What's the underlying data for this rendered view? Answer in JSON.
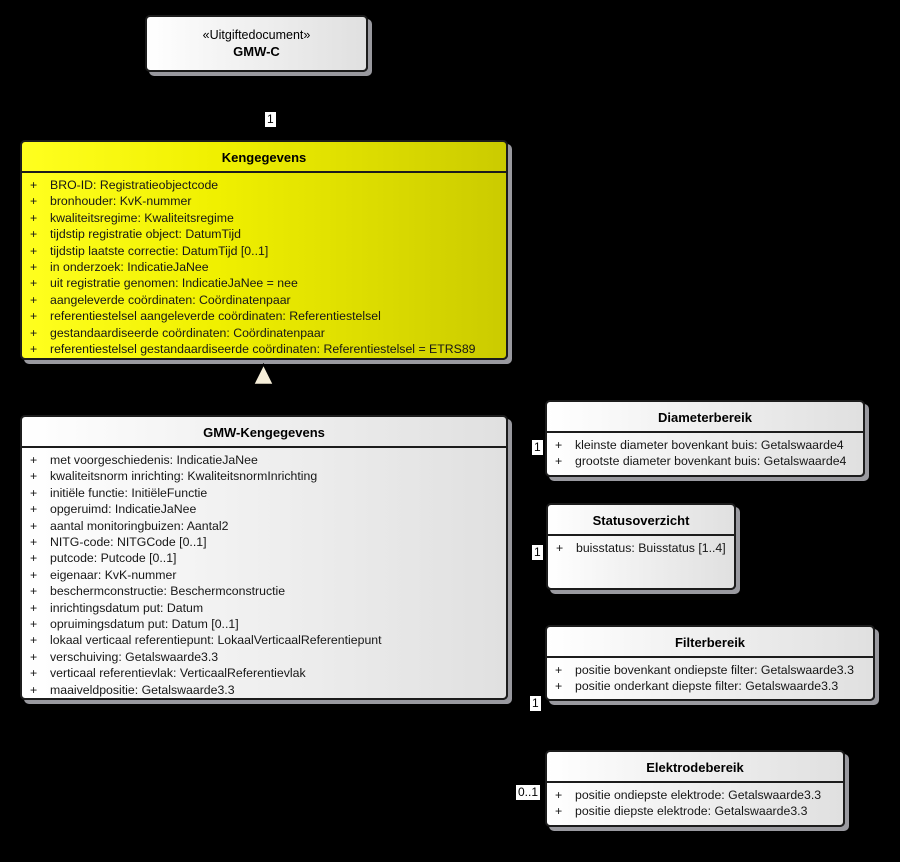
{
  "diagram": {
    "colors": {
      "background": "#000000",
      "class_fill_start": "#ffffff",
      "class_fill_end": "#e0e0e0",
      "highlight_fill_start": "#ffff1f",
      "highlight_fill_end": "#cbcb00",
      "border": "#1c1c1c",
      "shadow": "#99999f",
      "generalization_arrow_fill": "#f6eed9",
      "multiplicity_bg": "#ffffff"
    },
    "classes": {
      "gmwc": {
        "stereotype": "«Uitgiftedocument»",
        "name": "GMW-C",
        "attributes": []
      },
      "kengegevens": {
        "name": "Kengegevens",
        "attributes": [
          {
            "vis": "+",
            "text": "BRO-ID: Registratieobjectcode"
          },
          {
            "vis": "+",
            "text": "bronhouder: KvK-nummer"
          },
          {
            "vis": "+",
            "text": "kwaliteitsregime: Kwaliteitsregime"
          },
          {
            "vis": "+",
            "text": "tijdstip registratie object: DatumTijd"
          },
          {
            "vis": "+",
            "text": "tijdstip laatste correctie: DatumTijd [0..1]"
          },
          {
            "vis": "+",
            "text": "in onderzoek: IndicatieJaNee"
          },
          {
            "vis": "+",
            "text": "uit registratie genomen: IndicatieJaNee = nee"
          },
          {
            "vis": "+",
            "text": "aangeleverde coördinaten: Coördinatenpaar"
          },
          {
            "vis": "+",
            "text": "referentiestelsel aangeleverde coördinaten: Referentiestelsel"
          },
          {
            "vis": "+",
            "text": "gestandaardiseerde coördinaten: Coördinatenpaar"
          },
          {
            "vis": "+",
            "text": "referentiestelsel gestandaardiseerde coördinaten: Referentiestelsel = ETRS89"
          }
        ]
      },
      "gmw_kengegevens": {
        "name": "GMW-Kengegevens",
        "attributes": [
          {
            "vis": "+",
            "text": "met voorgeschiedenis: IndicatieJaNee"
          },
          {
            "vis": "+",
            "text": "kwaliteitsnorm inrichting: KwaliteitsnormInrichting"
          },
          {
            "vis": "+",
            "text": "initiële functie: InitiëleFunctie"
          },
          {
            "vis": "+",
            "text": "opgeruimd: IndicatieJaNee"
          },
          {
            "vis": "+",
            "text": "aantal monitoringbuizen: Aantal2"
          },
          {
            "vis": "+",
            "text": "NITG-code: NITGCode [0..1]"
          },
          {
            "vis": "+",
            "text": "putcode: Putcode [0..1]"
          },
          {
            "vis": "+",
            "text": "eigenaar: KvK-nummer"
          },
          {
            "vis": "+",
            "text": "beschermconstructie: Beschermconstructie"
          },
          {
            "vis": "+",
            "text": "inrichtingsdatum put: Datum"
          },
          {
            "vis": "+",
            "text": "opruimingsdatum put: Datum [0..1]"
          },
          {
            "vis": "+",
            "text": "lokaal verticaal referentiepunt: LokaalVerticaalReferentiepunt"
          },
          {
            "vis": "+",
            "text": "verschuiving: Getalswaarde3.3"
          },
          {
            "vis": "+",
            "text": "verticaal referentievlak: VerticaalReferentievlak"
          },
          {
            "vis": "+",
            "text": "maaiveldpositie: Getalswaarde3.3"
          }
        ]
      },
      "diameterbereik": {
        "name": "Diameterbereik",
        "attributes": [
          {
            "vis": "+",
            "text": "kleinste diameter bovenkant buis: Getalswaarde4"
          },
          {
            "vis": "+",
            "text": "grootste diameter bovenkant buis: Getalswaarde4"
          }
        ]
      },
      "statusoverzicht": {
        "name": "Statusoverzicht",
        "attributes": [
          {
            "vis": "+",
            "text": "buisstatus: Buisstatus [1..4]"
          }
        ]
      },
      "filterbereik": {
        "name": "Filterbereik",
        "attributes": [
          {
            "vis": "+",
            "text": "positie bovenkant ondiepste filter: Getalswaarde3.3"
          },
          {
            "vis": "+",
            "text": "positie onderkant diepste filter: Getalswaarde3.3"
          }
        ]
      },
      "elektrodebereik": {
        "name": "Elektrodebereik",
        "attributes": [
          {
            "vis": "+",
            "text": "positie ondiepste elektrode: Getalswaarde3.3"
          },
          {
            "vis": "+",
            "text": "positie diepste elektrode: Getalswaarde3.3"
          }
        ]
      }
    },
    "connectors": {
      "uitgiftedocument_kengegevens": {
        "multiplicity": "1"
      },
      "gmw_diameterbereik": {
        "multiplicity": "1"
      },
      "gmw_statusoverzicht": {
        "multiplicity": "1"
      },
      "gmw_filterbereik": {
        "multiplicity": "1"
      },
      "gmw_elektrodebereik": {
        "multiplicity": "0..1"
      }
    }
  }
}
